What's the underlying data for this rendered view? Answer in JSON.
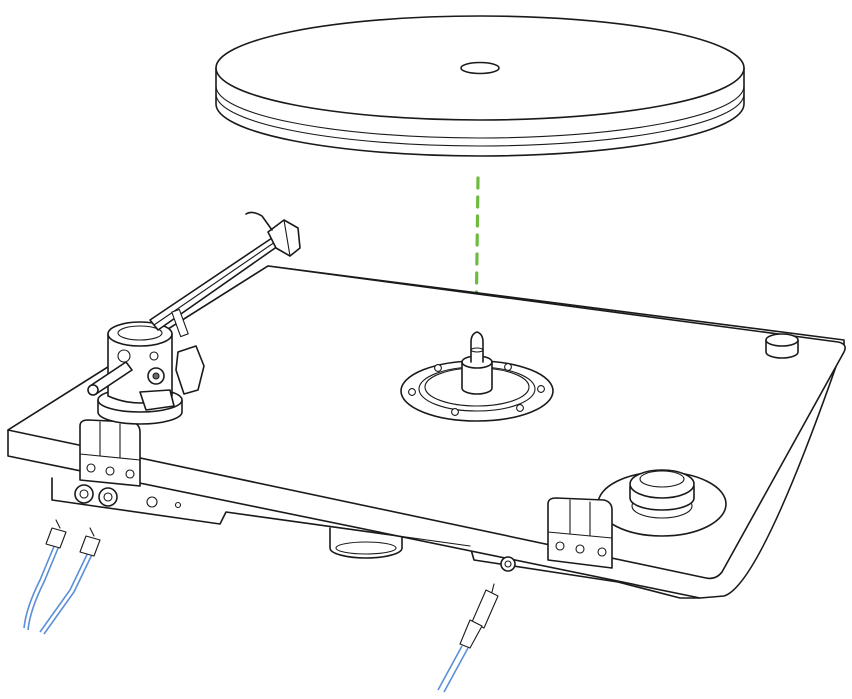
{
  "colors": {
    "line": "#1a1a1a",
    "background": "#ffffff",
    "alignment_guide": "#6dbb3f",
    "cable": "#5b8fd6"
  },
  "parts": [
    "platter",
    "alignment-guide",
    "plinth",
    "spindle-bearing",
    "tonearm",
    "tonearm-base",
    "headshell",
    "counterweight",
    "power-knob",
    "motor-pulley",
    "hinge-left",
    "hinge-right",
    "rca-outputs",
    "rca-cables",
    "dc-power-socket",
    "dc-power-cable",
    "front-foot"
  ]
}
